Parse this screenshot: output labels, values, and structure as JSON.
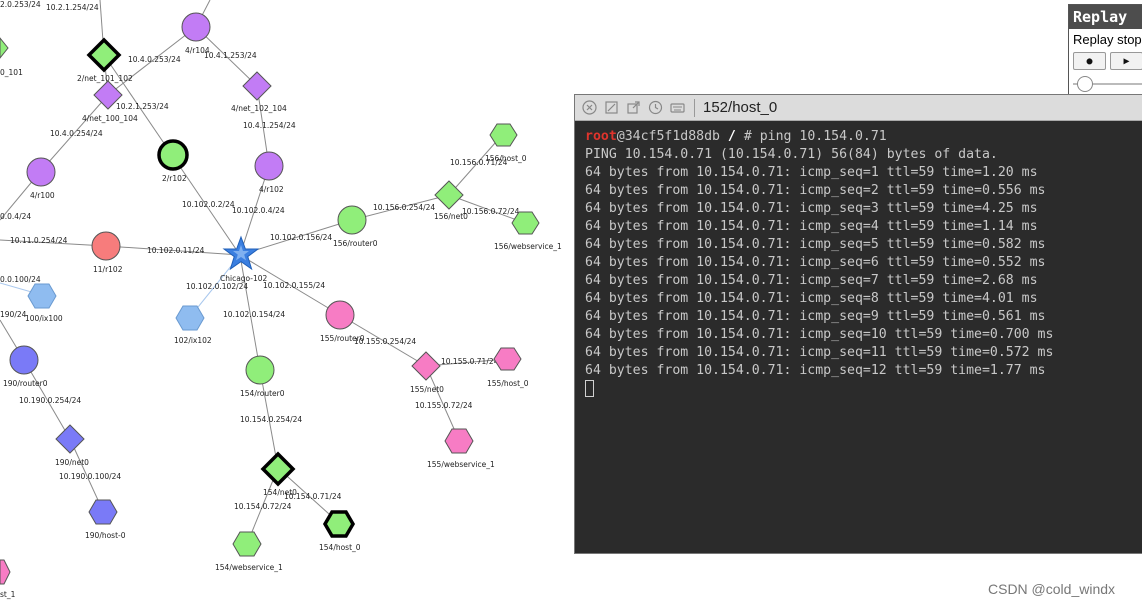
{
  "topology": {
    "edge_labels": [
      "2.0.253/24",
      "10.2.1.254/24",
      "10.4.0.253/24",
      "10.4.1.253/24",
      "10.2.1.253/24",
      "10.4.0.254/24",
      "10.4.1.254/24",
      "10.102.0.2/24",
      "10.102.0.4/24",
      "10.102.0.156/24",
      "10.156.0.254/24",
      "10.156.0.71/24",
      "10.156.0.72/24",
      "10.11.0.254/24",
      "10.102.0.11/24",
      "0.0.4/24",
      "0.0.100/24",
      "10.102.0.102/24",
      "10.102.0.155/24",
      "190/24",
      "10.102.0.154/24",
      "10.155.0.254/24",
      "10.155.0.71/24",
      "10.190.0.254/24",
      "10.155.0.72/24",
      "10.154.0.254/24",
      "10.190.0.100/24",
      "10.154.0.71/24",
      "10.154.0.72/24"
    ],
    "nodes": [
      {
        "label": "2/net_101_102",
        "color": "#90ee7a"
      },
      {
        "label": "4/r104",
        "color": "#c27cf5"
      },
      {
        "label": "4/net_100_104",
        "color": "#c27cf5"
      },
      {
        "label": "4/net_102_104",
        "color": "#c27cf5"
      },
      {
        "label": "2/r102",
        "color": "#90ee7a"
      },
      {
        "label": "4/r102",
        "color": "#c27cf5"
      },
      {
        "label": "4/r100",
        "color": "#c27cf5"
      },
      {
        "label": "156/host_0",
        "color": "#90ee7a"
      },
      {
        "label": "156/net0",
        "color": "#90ee7a"
      },
      {
        "label": "156/router0",
        "color": "#90ee7a"
      },
      {
        "label": "156/webservice_1",
        "color": "#90ee7a"
      },
      {
        "label": "11/r102",
        "color": "#f77c7c"
      },
      {
        "label": "Chicago-102",
        "color": "#3b7fe0"
      },
      {
        "label": "100/ix100",
        "color": "#8fbcf0"
      },
      {
        "label": "102/ix102",
        "color": "#8fbcf0"
      },
      {
        "label": "155/router0",
        "color": "#f77cc4"
      },
      {
        "label": "190/router0",
        "color": "#7a7af7"
      },
      {
        "label": "155/net0",
        "color": "#f77cc4"
      },
      {
        "label": "155/host_0",
        "color": "#f77cc4"
      },
      {
        "label": "154/router0",
        "color": "#90ee7a"
      },
      {
        "label": "190/net0",
        "color": "#7a7af7"
      },
      {
        "label": "155/webservice_1",
        "color": "#f77cc4"
      },
      {
        "label": "154/net0",
        "color": "#90ee7a"
      },
      {
        "label": "190/host-0",
        "color": "#7a7af7"
      },
      {
        "label": "154/host_0",
        "color": "#90ee7a"
      },
      {
        "label": "154/webservice_1",
        "color": "#90ee7a"
      },
      {
        "label": "0_101",
        "color": "#90ee7a"
      },
      {
        "label": "st_1",
        "color": "#f77cc4"
      }
    ]
  },
  "side_panel": {
    "title": "Replay",
    "status": "Replay stop",
    "record_icon": "record-icon",
    "play_icon": "play-icon"
  },
  "terminal": {
    "title": "152/host_0",
    "prompt_user": "root",
    "prompt_host": "@34cf5f1d88db",
    "prompt_path": " / ",
    "prompt_symbol": "# ",
    "command": "ping 10.154.0.71",
    "lines": [
      "PING 10.154.0.71 (10.154.0.71) 56(84) bytes of data.",
      "64 bytes from 10.154.0.71: icmp_seq=1 ttl=59 time=1.20 ms",
      "64 bytes from 10.154.0.71: icmp_seq=2 ttl=59 time=0.556 ms",
      "64 bytes from 10.154.0.71: icmp_seq=3 ttl=59 time=4.25 ms",
      "64 bytes from 10.154.0.71: icmp_seq=4 ttl=59 time=1.14 ms",
      "64 bytes from 10.154.0.71: icmp_seq=5 ttl=59 time=0.582 ms",
      "64 bytes from 10.154.0.71: icmp_seq=6 ttl=59 time=0.552 ms",
      "64 bytes from 10.154.0.71: icmp_seq=7 ttl=59 time=2.68 ms",
      "64 bytes from 10.154.0.71: icmp_seq=8 ttl=59 time=4.01 ms",
      "64 bytes from 10.154.0.71: icmp_seq=9 ttl=59 time=0.561 ms",
      "64 bytes from 10.154.0.71: icmp_seq=10 ttl=59 time=0.700 ms",
      "64 bytes from 10.154.0.71: icmp_seq=11 ttl=59 time=0.572 ms",
      "64 bytes from 10.154.0.71: icmp_seq=12 ttl=59 time=1.77 ms"
    ]
  },
  "watermark": "CSDN @cold_windx"
}
